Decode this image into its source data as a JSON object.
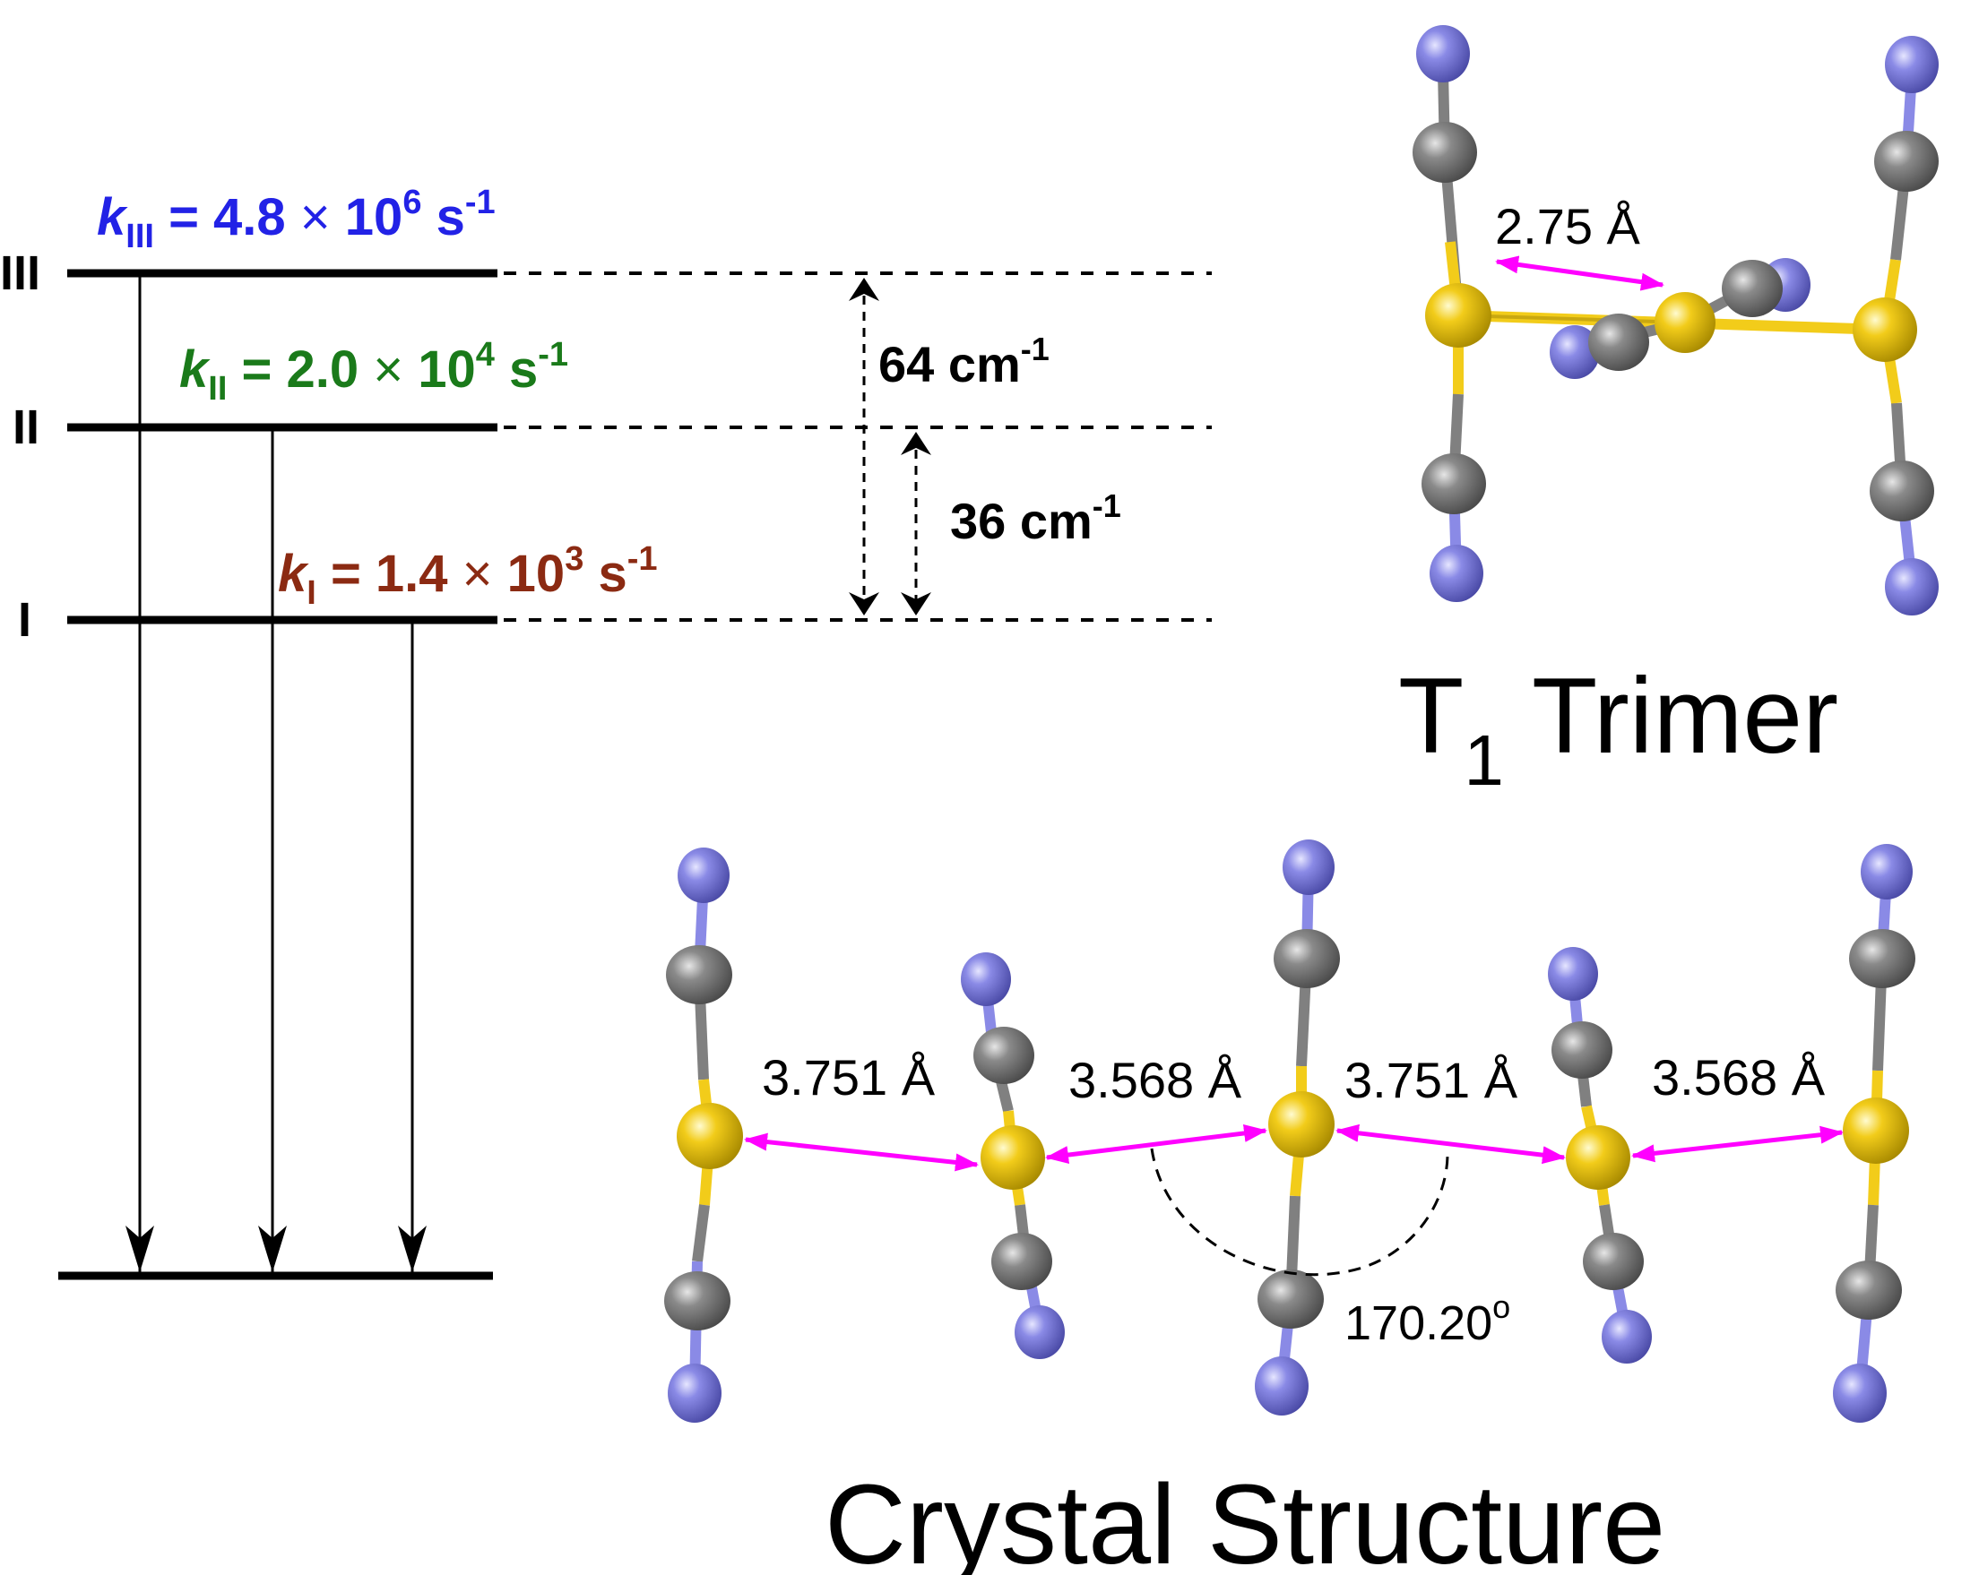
{
  "levels": {
    "III": {
      "label": "III",
      "rate_var": "k",
      "rate_sub": "III",
      "rate_eq": " = 4.8 ",
      "times": "×",
      "rate_base": " 10",
      "rate_exp": "6",
      "rate_unit": " s",
      "rate_unit_exp": "-1",
      "color": "#2222e6"
    },
    "II": {
      "label": "II",
      "rate_var": "k",
      "rate_sub": "II",
      "rate_eq": " = 2.0 ",
      "times": "×",
      "rate_base": " 10",
      "rate_exp": "4",
      "rate_unit": " s",
      "rate_unit_exp": "-1",
      "color": "#1a7a1a"
    },
    "I": {
      "label": "I",
      "rate_var": "k",
      "rate_sub": "I",
      "rate_eq": " = 1.4 ",
      "times": "×",
      "rate_base": " 10",
      "rate_exp": "3",
      "rate_unit": " s",
      "rate_unit_exp": "-1",
      "color": "#8b2a12"
    }
  },
  "gaps": {
    "upper": {
      "value": "64 cm",
      "exp": "-1"
    },
    "lower": {
      "value": "36 cm",
      "exp": "-1"
    }
  },
  "trimer": {
    "title_main": "T",
    "title_sub": "1",
    "title_rest": " Trimer",
    "distance": "2.75 Å"
  },
  "crystal": {
    "title": "Crystal Structure",
    "distances": [
      "3.751 Å",
      "3.568 Å",
      "3.751 Å",
      "3.568 Å"
    ],
    "angle": "170.20",
    "angle_unit": "o"
  },
  "colors": {
    "gold": "#f2cc1a",
    "gray": "#808080",
    "blue": "#8a8ae6",
    "magenta": "#ff00ff"
  }
}
